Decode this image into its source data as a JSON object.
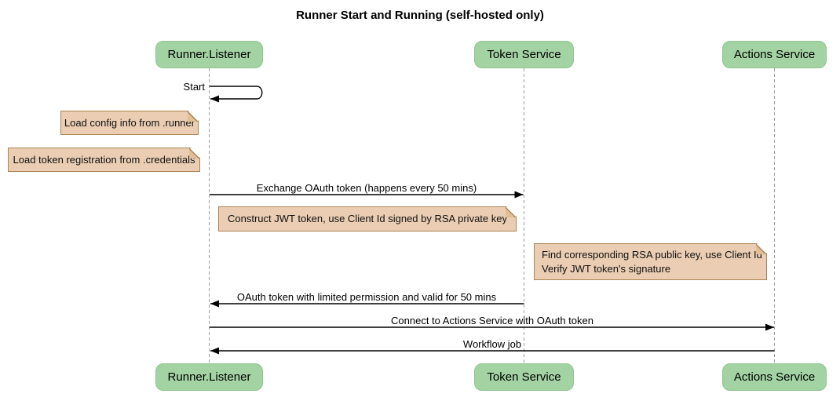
{
  "diagram": {
    "title": "Runner Start and Running (self-hosted only)",
    "type": "sequence"
  },
  "participants": [
    {
      "name": "Runner.Listener"
    },
    {
      "name": "Token Service"
    },
    {
      "name": "Actions Service"
    }
  ],
  "messages": [
    {
      "label": "Start",
      "from": "Runner.Listener",
      "to": "Runner.Listener",
      "kind": "self"
    },
    {
      "label": "Exchange OAuth token (happens every 50 mins)",
      "from": "Runner.Listener",
      "to": "Token Service",
      "kind": "solid"
    },
    {
      "label": "OAuth token with limited permission and valid for 50 mins",
      "from": "Token Service",
      "to": "Runner.Listener",
      "kind": "solid"
    },
    {
      "label": "Connect to Actions Service with OAuth token",
      "from": "Runner.Listener",
      "to": "Actions Service",
      "kind": "solid"
    },
    {
      "label": "Workflow job",
      "from": "Actions Service",
      "to": "Runner.Listener",
      "kind": "solid"
    }
  ],
  "notes": [
    {
      "position": "left of Runner.Listener",
      "lines": [
        "Load config info from .runner"
      ]
    },
    {
      "position": "left of Runner.Listener",
      "lines": [
        "Load token registration from .credentials"
      ]
    },
    {
      "position": "between Runner.Listener and Token Service",
      "lines": [
        "Construct JWT token, use Client Id signed by RSA private key"
      ]
    },
    {
      "position": "right of Token Service",
      "lines": [
        "Find corresponding RSA public key, use Client Id",
        "Verify JWT token's signature"
      ]
    }
  ],
  "colors": {
    "participant_fill": "#A3D3A3",
    "participant_border": "#8FC48F",
    "note_fill": "#EACDB2",
    "note_border": "#AA8453",
    "lifeline": "#9E9E9E",
    "arrow": "#000000",
    "background": "#FFFFFF"
  }
}
